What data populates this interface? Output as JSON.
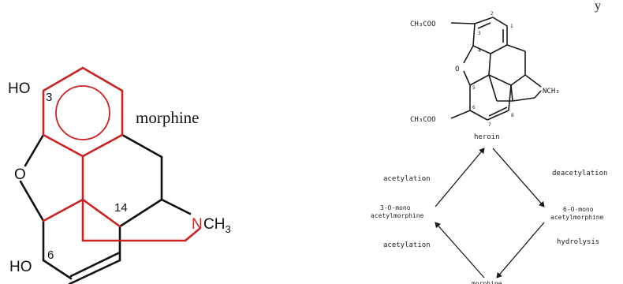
{
  "morphine": {
    "name": "morphine",
    "labels": {
      "ho_top": "HO",
      "pos3": "3",
      "pos14": "14",
      "n": "N",
      "ch3": "CH",
      "ch3_sub": "3",
      "ho_bottom": "HO",
      "pos6": "6",
      "o": "O"
    },
    "colors": {
      "highlight": "#cc2222",
      "bond": "#111111",
      "nitrogen": "#cc2222"
    }
  },
  "heroin": {
    "title_partial": "y",
    "name": "heroin",
    "acetate_top": "CH₃COO",
    "acetate_bottom": "CH₃COO",
    "nch3": "NCH₃",
    "o": "O",
    "positions": [
      "3",
      "2",
      "1",
      "4",
      "5",
      "6",
      "7",
      "8"
    ]
  },
  "cycle": {
    "top_left": "acetylation",
    "top_right": "deacetylation",
    "left_line1": "3-O-mono",
    "left_line2": "acetylmorphine",
    "right_line1": "6-O-mono",
    "right_line2": "acetylmorphine",
    "bottom_left": "acetylation",
    "bottom_right": "hydrolysis",
    "bottom": "morphine"
  }
}
